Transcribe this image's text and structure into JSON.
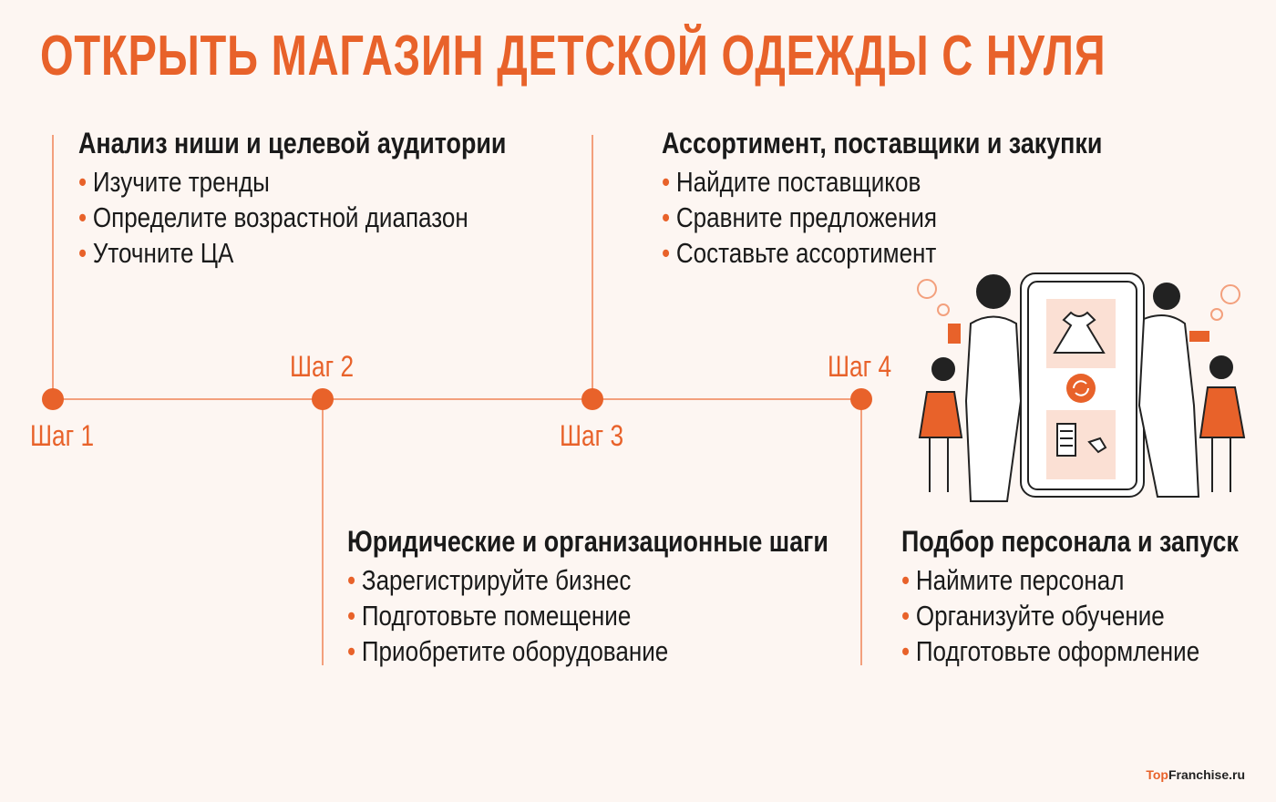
{
  "title": "ОТКРЫТЬ МАГАЗИН ДЕТСКОЙ ОДЕЖДЫ С НУЛЯ",
  "colors": {
    "accent": "#e8622a",
    "line": "#f3a07d",
    "background": "#fdf6f2"
  },
  "steps": [
    {
      "label": "Шаг 1",
      "heading": "Анализ ниши и целевой аудитории",
      "items": [
        "Изучите тренды",
        "Определите возрастной диапазон",
        "Уточните ЦА"
      ]
    },
    {
      "label": "Шаг 2",
      "heading": "Юридические и организационные шаги",
      "items": [
        "Зарегистрируйте бизнес",
        "Подготовьте помещение",
        "Приобретите оборудование"
      ]
    },
    {
      "label": "Шаг 3",
      "heading": "Ассортимент, поставщики и закупки",
      "items": [
        "Найдите поставщиков",
        "Сравните предложения",
        "Составьте ассортимент"
      ]
    },
    {
      "label": "Шаг 4",
      "heading": "Подбор персонала и запуск",
      "items": [
        "Наймите персонал",
        "Организуйте обучение",
        "Подготовьте оформление"
      ]
    }
  ],
  "logo": {
    "part1": "Top",
    "part2": "Franchise.ru"
  }
}
